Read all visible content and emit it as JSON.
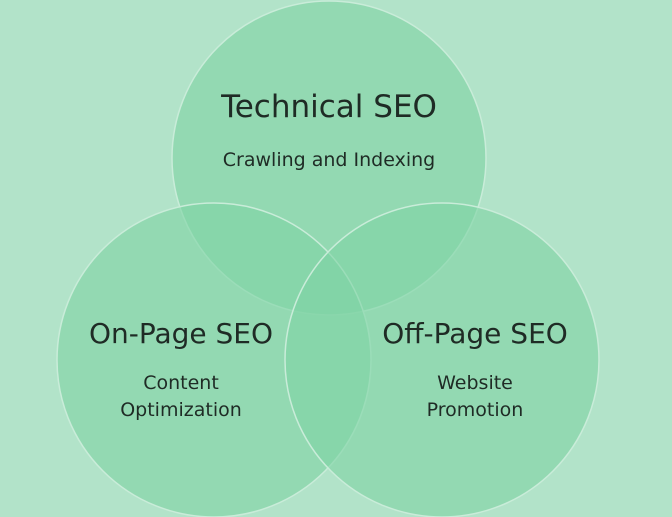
{
  "diagram": {
    "type": "venn",
    "colors": {
      "background": "#b2e3c9",
      "circle_fill": "#7fd3a4",
      "circle_stroke": "#c9ecd9",
      "text": "#1f2b25"
    },
    "circles": [
      {
        "id": "technical",
        "title": "Technical SEO",
        "subtitle_lines": [
          "Crawling and Indexing"
        ]
      },
      {
        "id": "onpage",
        "title": "On-Page SEO",
        "subtitle_lines": [
          "Content",
          "Optimization"
        ]
      },
      {
        "id": "offpage",
        "title": "Off-Page SEO",
        "subtitle_lines": [
          "Website",
          "Promotion"
        ]
      }
    ]
  }
}
